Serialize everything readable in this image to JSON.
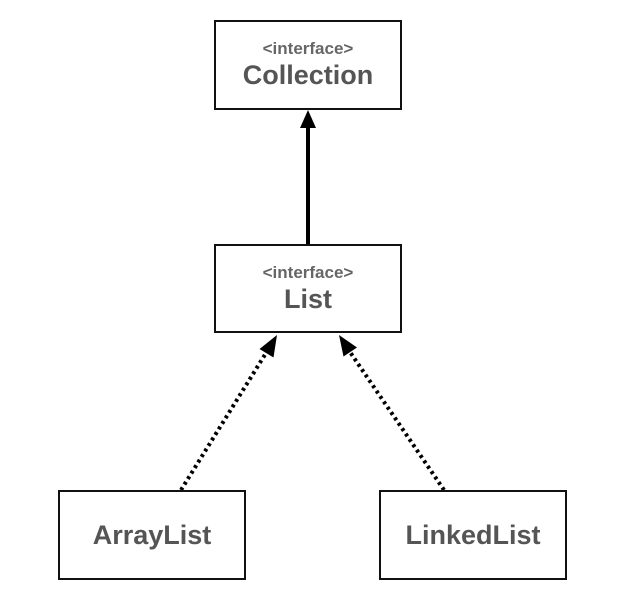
{
  "nodes": {
    "collection": {
      "stereotype": "<interface>",
      "name": "Collection"
    },
    "list": {
      "stereotype": "<interface>",
      "name": "List"
    },
    "arraylist": {
      "name": "ArrayList"
    },
    "linkedlist": {
      "name": "LinkedList"
    }
  },
  "edges": [
    {
      "from": "List",
      "to": "Collection",
      "style": "solid"
    },
    {
      "from": "ArrayList",
      "to": "List",
      "style": "dotted"
    },
    {
      "from": "LinkedList",
      "to": "List",
      "style": "dotted"
    }
  ],
  "colors": {
    "border": "#111111",
    "text": "#555555",
    "background": "#ffffff"
  }
}
